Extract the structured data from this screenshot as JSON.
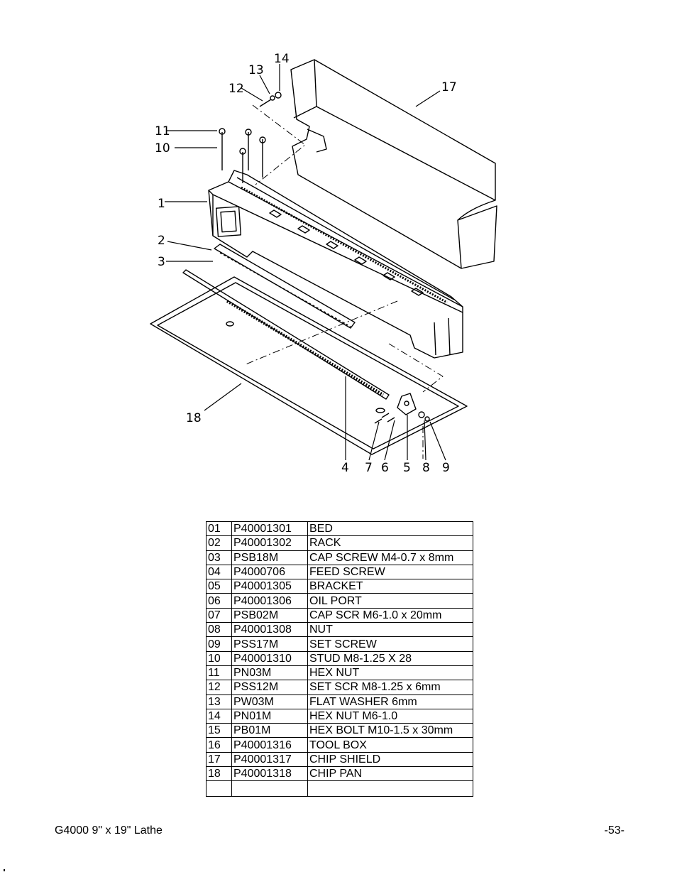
{
  "diagram": {
    "callouts": [
      "1",
      "2",
      "3",
      "4",
      "5",
      "6",
      "7",
      "8",
      "9",
      "10",
      "11",
      "12",
      "13",
      "14",
      "17",
      "18"
    ]
  },
  "parts": [
    {
      "no": "01",
      "part": "P40001301",
      "desc": "BED"
    },
    {
      "no": "02",
      "part": "P40001302",
      "desc": "RACK"
    },
    {
      "no": "03",
      "part": "PSB18M",
      "desc": "CAP SCREW M4-0.7 x 8mm"
    },
    {
      "no": "04",
      "part": "P4000706",
      "desc": "FEED SCREW"
    },
    {
      "no": "05",
      "part": "P40001305",
      "desc": "BRACKET"
    },
    {
      "no": "06",
      "part": "P40001306",
      "desc": "OIL PORT"
    },
    {
      "no": "07",
      "part": "PSB02M",
      "desc": "CAP SCR M6-1.0 x 20mm"
    },
    {
      "no": "08",
      "part": "P40001308",
      "desc": "NUT"
    },
    {
      "no": "09",
      "part": "PSS17M",
      "desc": "SET SCREW"
    },
    {
      "no": "10",
      "part": "P40001310",
      "desc": "STUD M8-1.25 X 28"
    },
    {
      "no": "11",
      "part": "PN03M",
      "desc": "HEX NUT"
    },
    {
      "no": "12",
      "part": "PSS12M",
      "desc": "SET SCR M8-1.25 x 6mm"
    },
    {
      "no": "13",
      "part": "PW03M",
      "desc": "FLAT WASHER 6mm"
    },
    {
      "no": "14",
      "part": "PN01M",
      "desc": "HEX NUT M6-1.0"
    },
    {
      "no": "15",
      "part": "PB01M",
      "desc": "HEX BOLT M10-1.5 x 30mm"
    },
    {
      "no": "16",
      "part": "P40001316",
      "desc": "TOOL BOX"
    },
    {
      "no": "17",
      "part": "P40001317",
      "desc": "CHIP SHIELD"
    },
    {
      "no": "18",
      "part": "P40001318",
      "desc": "CHIP PAN"
    }
  ],
  "footer": {
    "left": "G4000 9\" x 19\" Lathe",
    "right": "-53-"
  }
}
